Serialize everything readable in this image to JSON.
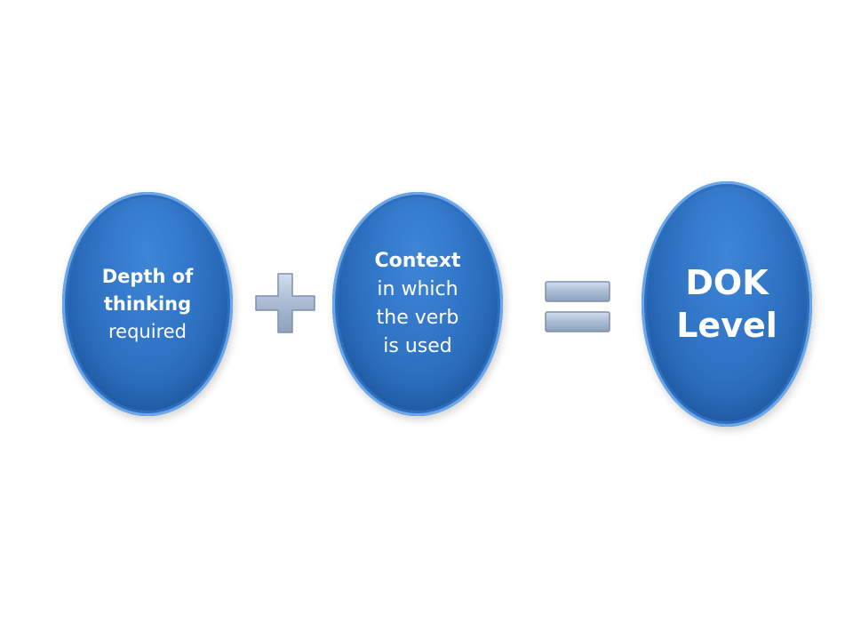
{
  "nodes": [
    {
      "lines": [
        {
          "text": "Depth of",
          "bold": true
        },
        {
          "text": "thinking",
          "bold": true
        },
        {
          "text": "required",
          "bold": false
        }
      ]
    },
    {
      "lines": [
        {
          "text": "Context",
          "bold": true
        },
        {
          "text": "in which",
          "bold": false
        },
        {
          "text": "the verb",
          "bold": false
        },
        {
          "text": "is used",
          "bold": false
        }
      ]
    },
    {
      "lines": [
        {
          "text": "DOK",
          "bold": true
        },
        {
          "text": "Level",
          "bold": true
        }
      ]
    }
  ],
  "operators": [
    {
      "icon": "plus-icon",
      "symbol": "+"
    },
    {
      "icon": "equals-icon",
      "symbol": "="
    }
  ],
  "colors": {
    "ellipse_fill": "#2f73c4",
    "ellipse_rim": "#6aa8ea",
    "operator_fill": "#9fb2cc",
    "operator_edge": "#7d90ab",
    "text": "#ffffff"
  }
}
